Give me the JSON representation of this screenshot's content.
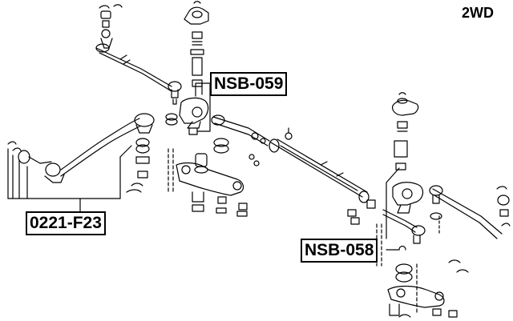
{
  "variant_label": "2WD",
  "callouts": [
    {
      "id": "nsb-059",
      "text": "NSB-059"
    },
    {
      "id": "0221-f23",
      "text": "0221-F23"
    },
    {
      "id": "nsb-058",
      "text": "NSB-058"
    }
  ],
  "colors": {
    "ink": "#000000",
    "background": "#ffffff"
  }
}
